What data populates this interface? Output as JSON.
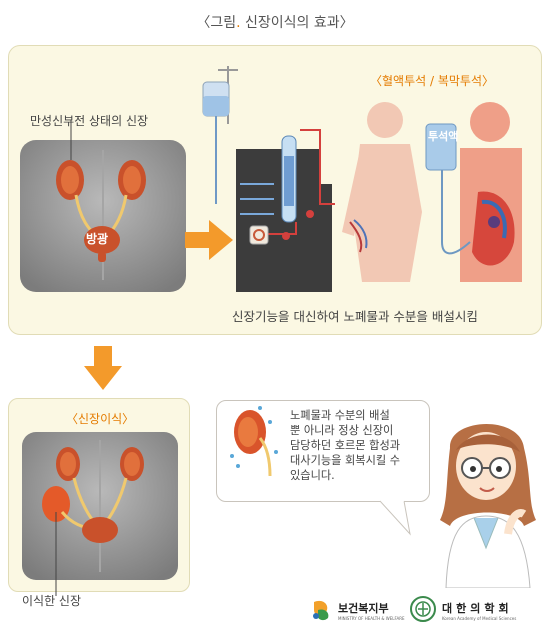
{
  "title": {
    "prefix": "〈그림",
    "accent": ".",
    "rest": " 신장이식의 효과〉"
  },
  "labels": {
    "chronic_kidney": "만성신부전 상태의 신장",
    "bladder": "방광",
    "dialysis_types": "〈혈액투석 / 복막투석〉",
    "dialysis_fluid": "투석액",
    "function_caption": "신장기능을 대신하여 노폐물과 수분을 배설시킴",
    "transplant_title": "〈신장이식〉",
    "transplanted_kidney": "이식한 신장"
  },
  "bubble": {
    "lines": [
      "노폐물과 수분의 배설",
      "뿐 아니라 정상 신장이",
      "담당하던 호르몬 합성과",
      "대사기능을 회복시킬 수",
      "있습니다."
    ]
  },
  "footer": {
    "org1": "보건복지부",
    "org1_sub": "MINISTRY OF HEALTH & WELFARE",
    "org2": "대한의학회",
    "org2_sub": "Korean Academy of Medical Sciences"
  },
  "colors": {
    "accent": "#e27a00",
    "panel_bg": "#fbf8e3",
    "kidney": "#d6542e",
    "arrow": "#f39a2b"
  }
}
